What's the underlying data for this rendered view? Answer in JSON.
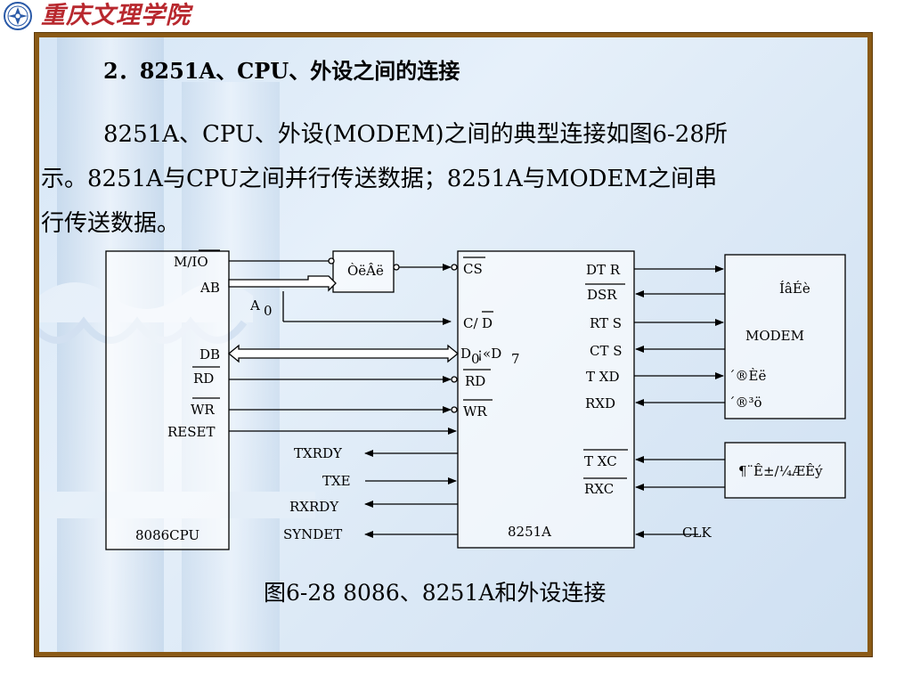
{
  "header": {
    "school_name": "重庆文理学院"
  },
  "slide": {
    "heading": "2．8251A、CPU、外设之间的连接",
    "body_lines": [
      "8251A、CPU、外设(MODEM)之间的典型连接如图6-28所",
      "示。8251A与CPU之间并行传送数据；8251A与MODEM之间串",
      "行传送数据。"
    ],
    "caption": "图6-28  8086、8251A和外设连接"
  },
  "diagram": {
    "cpu": {
      "name": "8086CPU",
      "pins": {
        "mio": "M/IO",
        "ab": "AB",
        "db": "DB",
        "rd": "RD",
        "wr": "WR",
        "reset": "RESET"
      }
    },
    "decoder_label": "ÒëÂë",
    "a0_label": "A",
    "a0_sub": "0",
    "usart": {
      "name": "8251A",
      "left_pins": {
        "cs": "CS",
        "cd_c": "C/",
        "cd_d": "D",
        "d_start": "D",
        "d_sub0": "0",
        "d_mid": "¡«D",
        "d_sub7": "7",
        "rd": "RD",
        "wr": "WR"
      },
      "right_pins": {
        "dtr": "DT R",
        "dsr": "DSR",
        "rts": "RT S",
        "cts": "CT S",
        "txd": "T XD",
        "rxd": "RXD",
        "txc": "T XC",
        "rxc": "RXC"
      },
      "outside_signals": {
        "txrdy": "TXRDY",
        "txe": "TXE",
        "rxrdy": "RXRDY",
        "syndet": "SYNDET",
        "clk": "CLK"
      }
    },
    "modem": {
      "top_label": "ÍâÉè",
      "name": "MODEM",
      "sig1": "´®Èë",
      "sig2": "´®³ö"
    },
    "clock_box": {
      "label": "¶¨Ê±/¼ÆÊý"
    }
  }
}
